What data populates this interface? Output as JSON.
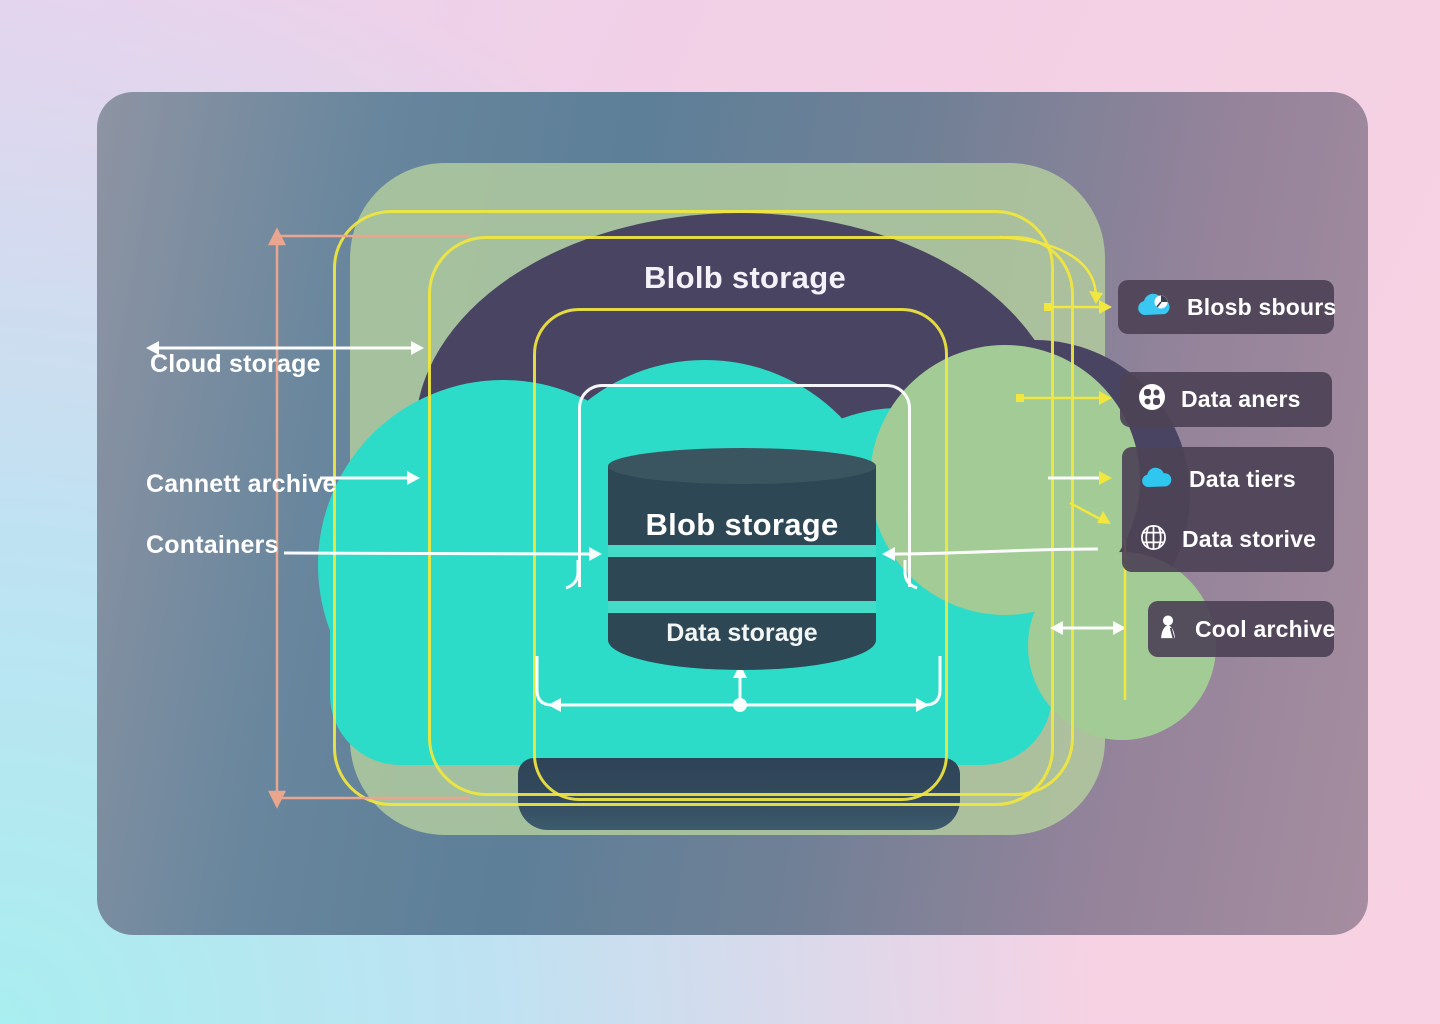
{
  "title": "Blolb storage",
  "cylinder": {
    "top_label": "Blob storage",
    "bottom_label": "Data storage"
  },
  "left_labels": [
    {
      "label": "Cloud storage"
    },
    {
      "label": "Cannett archive"
    },
    {
      "label": "Containers"
    }
  ],
  "legend": [
    {
      "label": "Blosb sbours",
      "icon": "cloud-pie-icon"
    },
    {
      "label": "Data aners",
      "icon": "circle-cluster-icon"
    },
    {
      "label": "Data tiers",
      "icon": "cloud-icon"
    },
    {
      "label": "Data storive",
      "icon": "globe-grid-icon"
    },
    {
      "label": "Cool archive",
      "icon": "cool-archive-icon"
    }
  ],
  "colors": {
    "background_pink": "#f6d2e6",
    "background_cyan": "#aceef1",
    "panel_blue": "#5d7f98",
    "panel_mauve": "#a58da0",
    "sage_overlay": "#b4ce9e",
    "dark_cloud": "#4a4463",
    "teal_cloud": "#2cdcc8",
    "green_lobe": "#a2cb96",
    "cylinder_body": "#2e4754",
    "cylinder_stripe": "#44dcc8",
    "legend_box": "#4d4356",
    "yellow_line": "#f1e73e",
    "salmon_line": "#e9a58e",
    "icon_cyan": "#39c8f2",
    "text_white": "#ffffff"
  }
}
